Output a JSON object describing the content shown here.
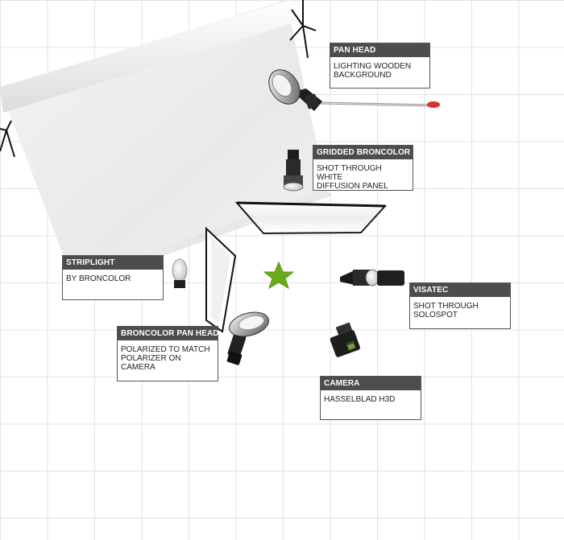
{
  "labels": {
    "pan_head": {
      "title": "PAN HEAD",
      "body": "LIGHTING WOODEN\nBACKGROUND"
    },
    "gridded_broncolor": {
      "title": "GRIDDED BRONCOLOR",
      "body": "SHOT THROUGH WHITE\nDIFFUSION PANEL"
    },
    "striplight": {
      "title": "STRIPLIGHT",
      "body": "BY BRONCOLOR"
    },
    "visatec": {
      "title": "VISATEC",
      "body": "SHOT THROUGH\nSOLOSPOT"
    },
    "broncolor_pan_head": {
      "title": "BRONCOLOR PAN HEAD",
      "body": "POLARIZED TO MATCH\nPOLARIZER ON\nCAMERA"
    },
    "camera": {
      "title": "CAMERA",
      "body": "HASSELBLAD H3D"
    }
  },
  "colors": {
    "label_header": "#4d4d4d",
    "subject_star": "#6aab1e",
    "boom_tip": "#d9322b"
  },
  "icons": [
    "backdrop-sweep",
    "light-stand-icon",
    "spotlight-icon",
    "gridded-strobe-icon",
    "striplight-icon",
    "diffusion-panel",
    "reflector-panel",
    "star-subject-icon",
    "camera-icon"
  ]
}
